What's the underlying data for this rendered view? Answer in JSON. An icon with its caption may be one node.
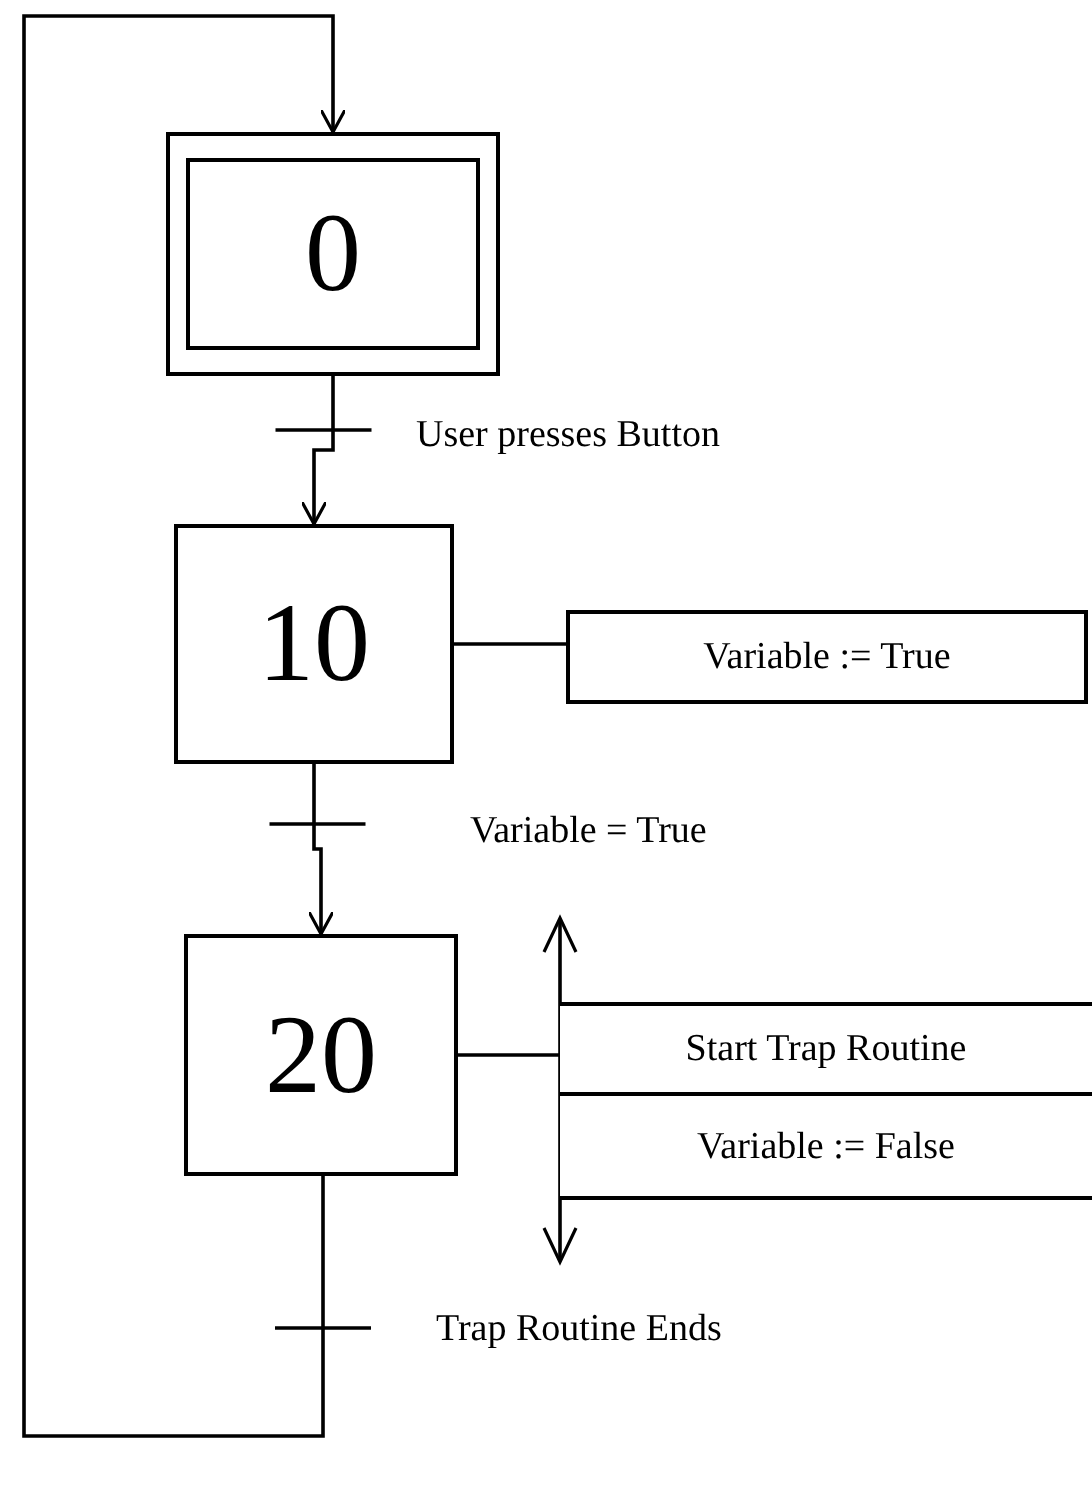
{
  "diagram": {
    "nodes": [
      {
        "text": [
          "0"
        ]
      },
      {
        "text": [
          "10"
        ]
      },
      {
        "text": [
          "Variable := True"
        ]
      },
      {
        "text": [
          "20"
        ]
      },
      {
        "text": [
          "Start Trap Routine"
        ]
      },
      {
        "text": [
          "Variable := False"
        ]
      }
    ],
    "edges": [
      {
        "from": 0,
        "to": 1,
        "arrow": "to",
        "label": "User presses Button"
      },
      {
        "from": 1,
        "to": 2,
        "arrow": "none"
      },
      {
        "from": 1,
        "to": 3,
        "arrow": "to",
        "label": "Variable = True"
      },
      {
        "from": 3,
        "to": 4,
        "arrow": "none"
      },
      {
        "from": 3,
        "to": 0,
        "arrow": "to",
        "label": "Trap Routine Ends"
      }
    ]
  }
}
